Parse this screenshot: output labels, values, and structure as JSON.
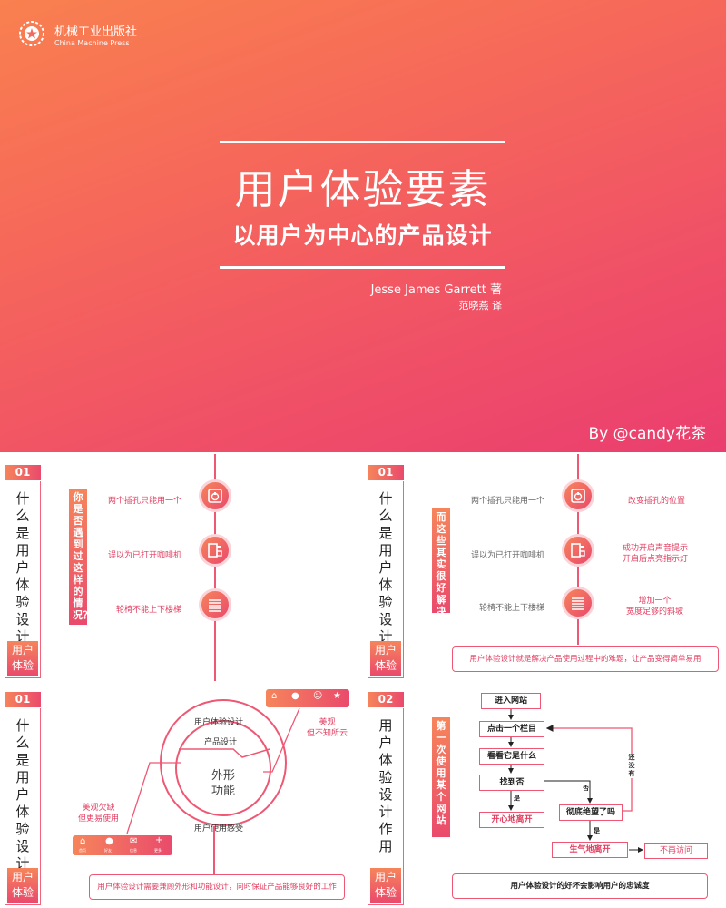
{
  "cover": {
    "publisher_cn": "机械工业出版社",
    "publisher_en": "China Machine Press",
    "title": "用户体验要素",
    "subtitle": "以用户为中心的产品设计",
    "author": "Jesse James Garrett 著",
    "translator": "范晓燕  译",
    "byline": "By @candy花茶",
    "colors": {
      "gradient_start": "#f9804f",
      "gradient_end": "#ea3e6f",
      "accent": "#ee5874"
    }
  },
  "panel1": {
    "number": "01",
    "title": "什么是用户体验设计",
    "category": "用户体验",
    "question": "你是否遇到过这样的情况？",
    "items": [
      {
        "problem": "两个插孔只能用一个",
        "icon": "socket-icon"
      },
      {
        "problem": "误以为已打开咖啡机",
        "icon": "coffee-machine-icon"
      },
      {
        "problem": "轮椅不能上下楼梯",
        "icon": "stairs-icon"
      }
    ]
  },
  "panel2": {
    "number": "01",
    "title": "什么是用户体验设计",
    "category": "用户体验",
    "question": "而这些其实很好解决",
    "items": [
      {
        "problem": "两个插孔只能用一个",
        "solution": "改变插孔的位置",
        "icon": "socket-icon"
      },
      {
        "problem": "误以为已打开咖啡机",
        "solution": "成功开启声音提示\n开启后点亮指示灯",
        "icon": "coffee-machine-icon"
      },
      {
        "problem": "轮椅不能上下楼梯",
        "solution": "增加一个\n宽度足够的斜坡",
        "icon": "stairs-icon"
      }
    ],
    "summary": "用户体验设计就是解决产品使用过程中的难题，让产品变得简单易用"
  },
  "panel3": {
    "number": "01",
    "title": "什么是用户体验设计",
    "category": "用户体验",
    "outer_label": "用户体验设计",
    "inner_label": "产品设计",
    "center_label": "外形\n功能",
    "bottom_label": "用户使用感受",
    "left_note": "美观欠缺\n但更易使用",
    "right_note": "美观\n但不知所云",
    "toolbar_captions": [
      "首页",
      "好友",
      "信息",
      "更多"
    ],
    "summary": "用户体验设计需要兼顾外形和功能设计，同时保证产品能够良好的工作"
  },
  "panel4": {
    "number": "02",
    "title": "用户体验设计作用",
    "category": "用户体验",
    "question": "第一次使用某个网站",
    "flow": {
      "enter": "进入网站",
      "click_column": "点击一个栏目",
      "look": "看看它是什么",
      "found": "找到否",
      "yes1": "是",
      "happy_leave": "开心地离开",
      "no": "否",
      "despair": "彻底绝望了吗",
      "not_yet": "还没有",
      "yes2": "是",
      "angry_leave": "生气地离开",
      "never_return": "不再访问"
    },
    "summary": "用户体验设计的好坏会影响用户的忠诚度"
  }
}
